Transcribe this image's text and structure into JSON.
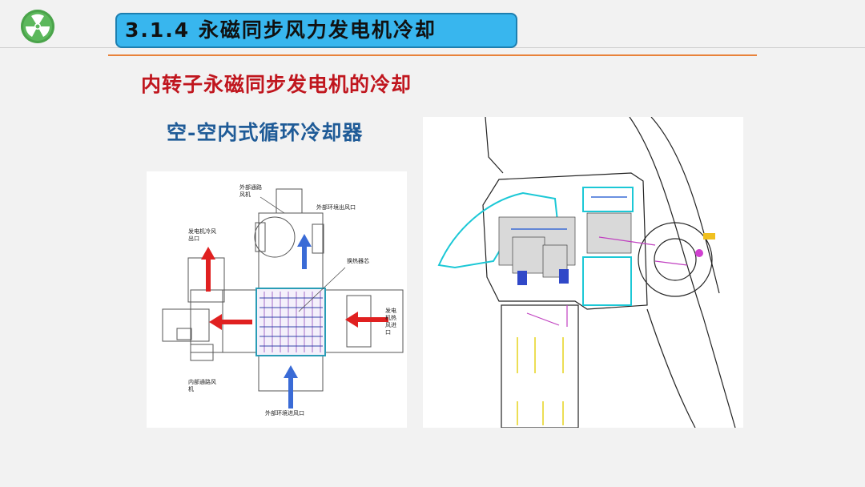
{
  "header": {
    "section_title": "3.1.4 永磁同步风力发电机冷却",
    "logo_icon": "radiation-logo-icon",
    "accent_color": "#38b6ee",
    "rule_color": "#e8823a"
  },
  "content": {
    "subtitle": "内转子永磁同步发电机的冷却",
    "cooler_title": "空-空内式循环冷却器"
  },
  "diagram_left": {
    "labels": {
      "outer_fan": "外部通路",
      "outer_fan2": "风机",
      "outer_outlet": "外部环境出风口",
      "gen_outlet": "发电机冷风",
      "gen_outlet2": "出口",
      "heat_core": "换热器芯",
      "gen_inlet_a": "发电",
      "gen_inlet_b": "机热",
      "gen_inlet_c": "风进",
      "gen_inlet_d": "口",
      "inner_fan": "内部通路风",
      "inner_fan2": "机",
      "outer_inlet": "外部环境进风口"
    }
  }
}
